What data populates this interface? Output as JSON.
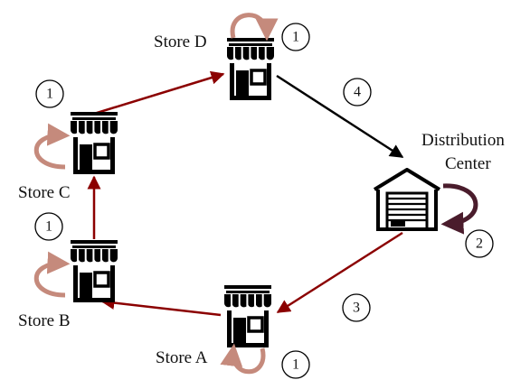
{
  "nodes": {
    "store_d": {
      "label": "Store D",
      "badge": "1"
    },
    "store_c": {
      "label": "Store C",
      "badge": "1"
    },
    "store_b": {
      "label": "Store B",
      "badge": "1"
    },
    "store_a": {
      "label": "Store A",
      "badge": "1"
    },
    "dc": {
      "label_line1": "Distribution",
      "label_line2": "Center",
      "badge": "2"
    }
  },
  "edges": {
    "d_to_dc": {
      "badge": "4"
    },
    "dc_to_a": {
      "badge": "3"
    }
  },
  "colors": {
    "flow_red": "#8b0000",
    "flow_black": "#000000",
    "loop_pink": "#c58a7c",
    "loop_dark": "#4a1c2c"
  }
}
